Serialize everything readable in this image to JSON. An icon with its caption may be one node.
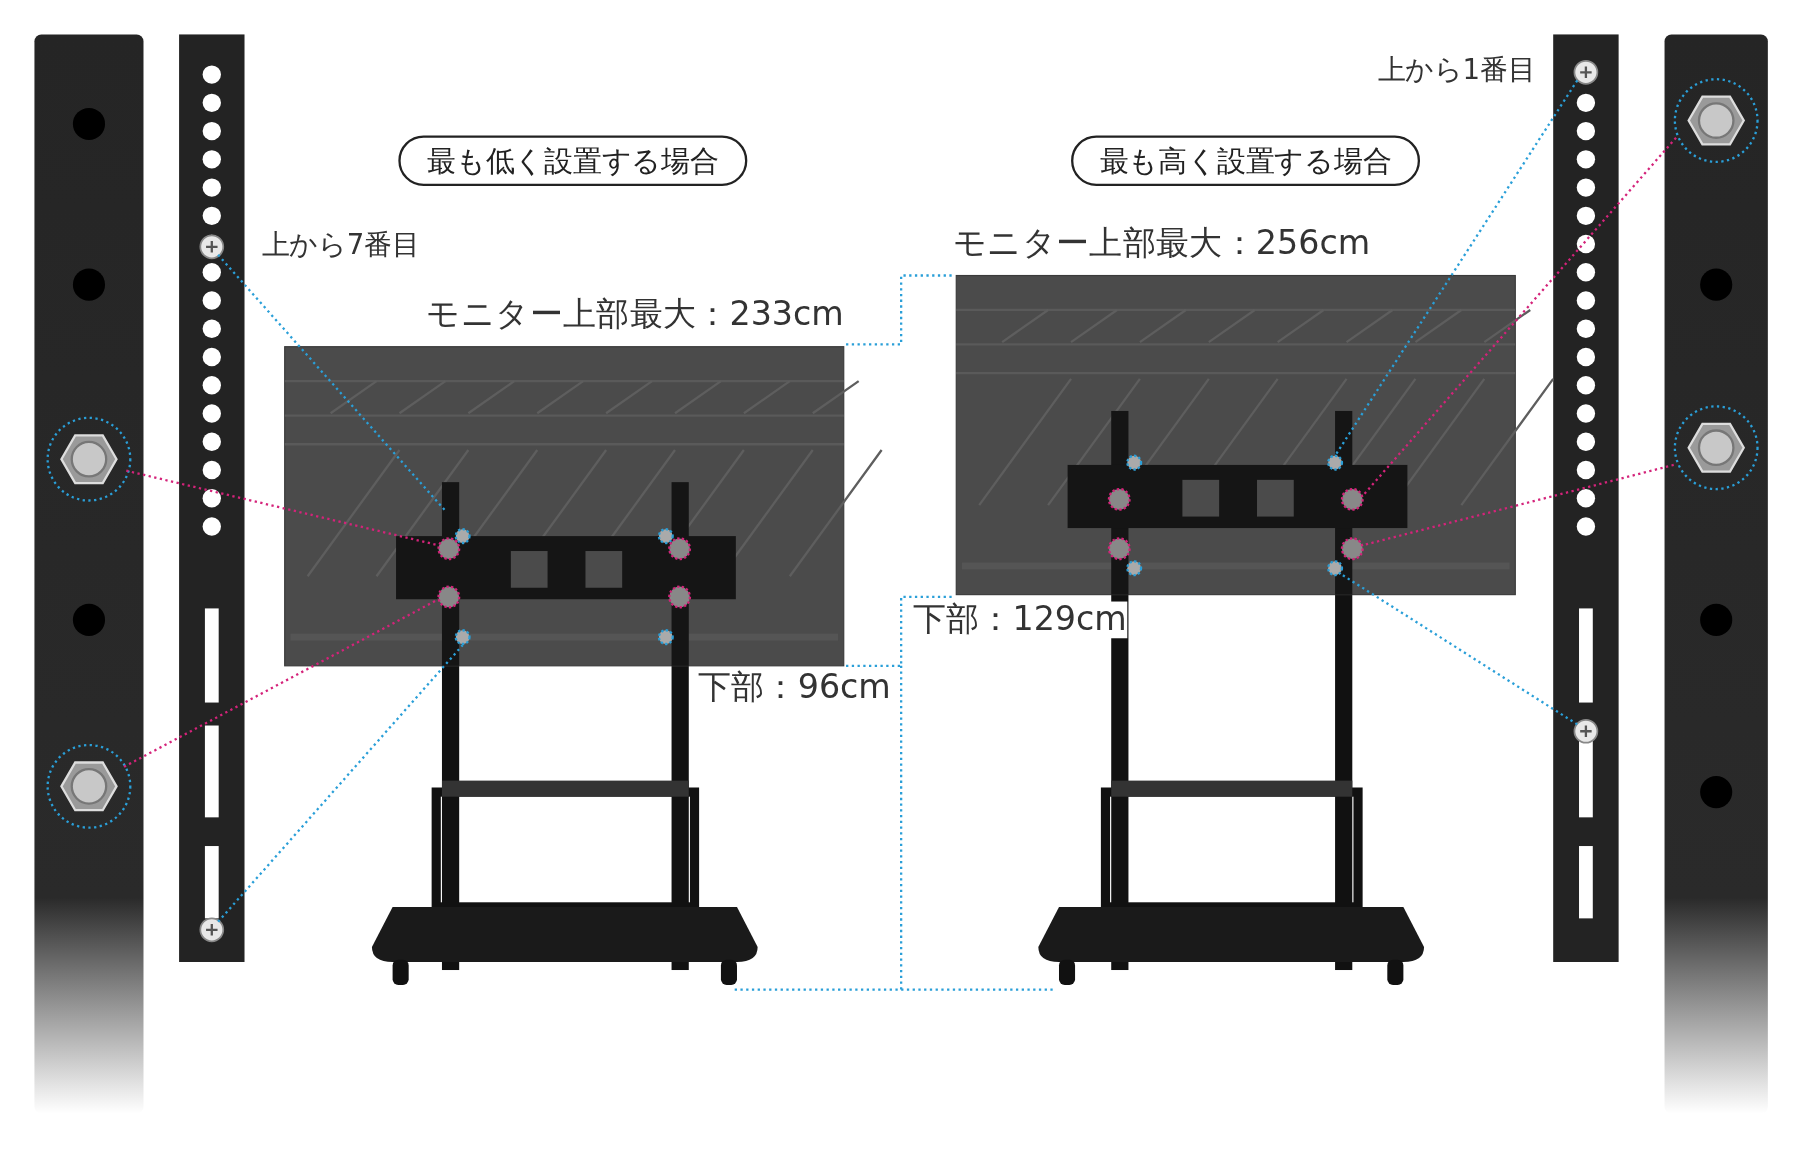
{
  "diagram": {
    "nodes": [
      {
        "text": [
          "最も低く設置する場合"
        ]
      },
      {
        "text": [
          "最も高く設置する場合"
        ]
      }
    ],
    "labels": [
      "上から1番目",
      "上から7番目",
      "モニター上部最大：256cm",
      "モニター上部最大：233cm",
      "下部：129cm",
      "下部：96cm"
    ]
  }
}
